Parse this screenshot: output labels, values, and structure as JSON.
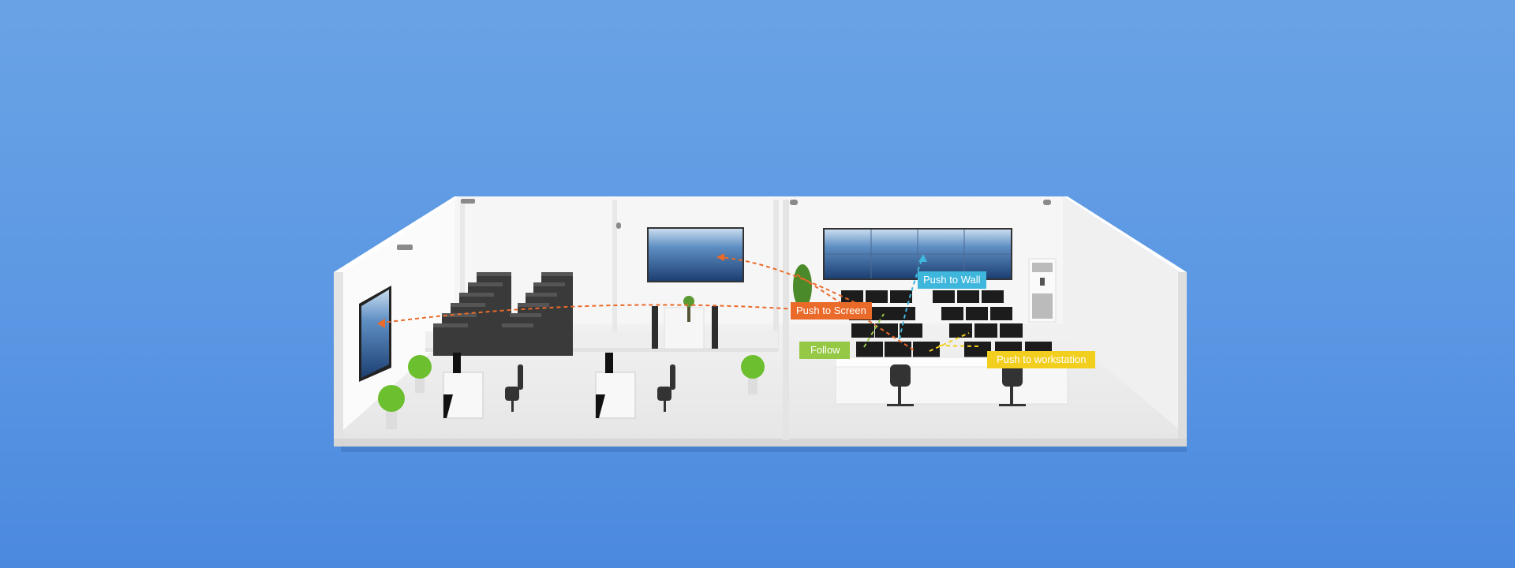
{
  "labels": {
    "push_to_wall": "Push to Wall",
    "push_to_screen": "Push to Screen",
    "follow": "Follow",
    "push_to_workstation": "Push to workstation"
  },
  "colors": {
    "push_to_wall": "#3fb6dc",
    "push_to_screen": "#ea6a2a",
    "follow": "#95c844",
    "push_to_workstation": "#f2cf1e",
    "background_top": "#6aa3e5",
    "background_bottom": "#4b89df"
  }
}
